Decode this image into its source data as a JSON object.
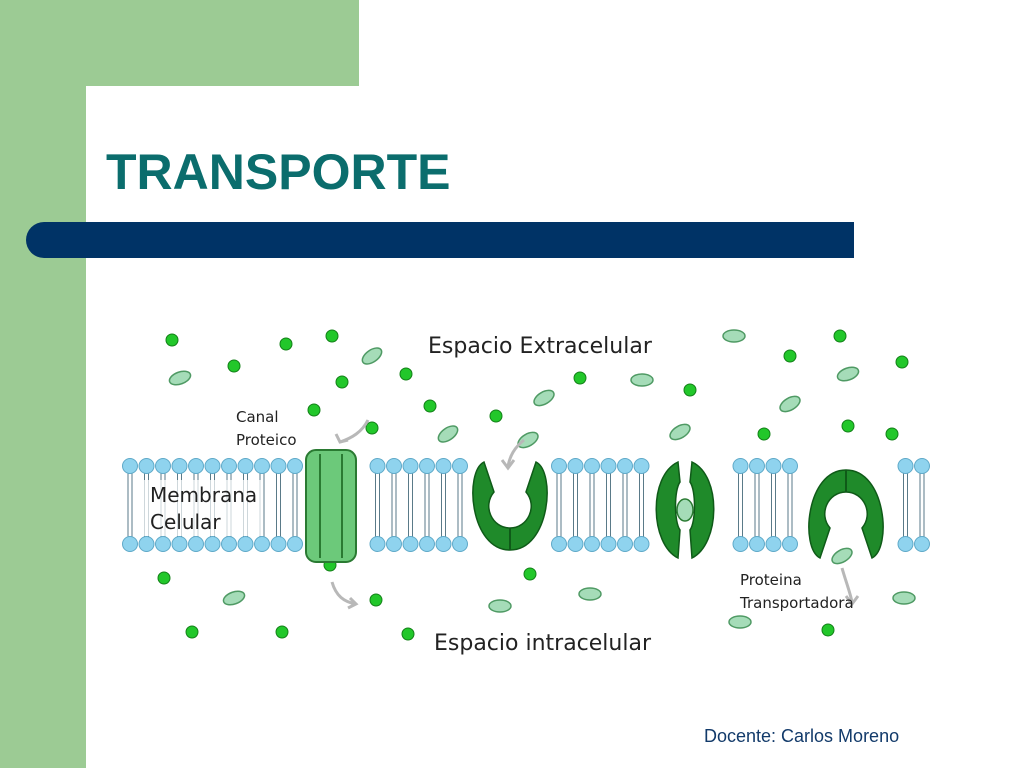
{
  "colors": {
    "background": "#ffffff",
    "side_green": "#9ccb94",
    "title_teal": "#0b6d6d",
    "title_bar": "#003366",
    "channel_green": "#6cc97a",
    "carrier_green": "#1f8a2a",
    "lipid_head": "#8fd3ee",
    "lipid_tail": "#5a7a88",
    "particle_small": "#22c72a",
    "particle_oval": "#a5dcb8",
    "label_text": "#222222",
    "footer_text": "#123a6a"
  },
  "slide": {
    "title": "TRANSPORTE",
    "footer": "Docente: Carlos Moreno"
  },
  "diagram": {
    "labels": {
      "extracellular": "Espacio Extracelular",
      "intracellular": "Espacio intracelular",
      "channel_line1": "Canal",
      "channel_line2": "Proteico",
      "membrane_line1": "Membrana",
      "membrane_line2": "Celular",
      "carrier_line1": "Proteina",
      "carrier_line2": "Transportadora"
    },
    "icons": {
      "small_particle": "green-dot-icon",
      "oval_particle": "green-oval-icon",
      "arrow": "gray-curved-arrow-icon"
    }
  }
}
